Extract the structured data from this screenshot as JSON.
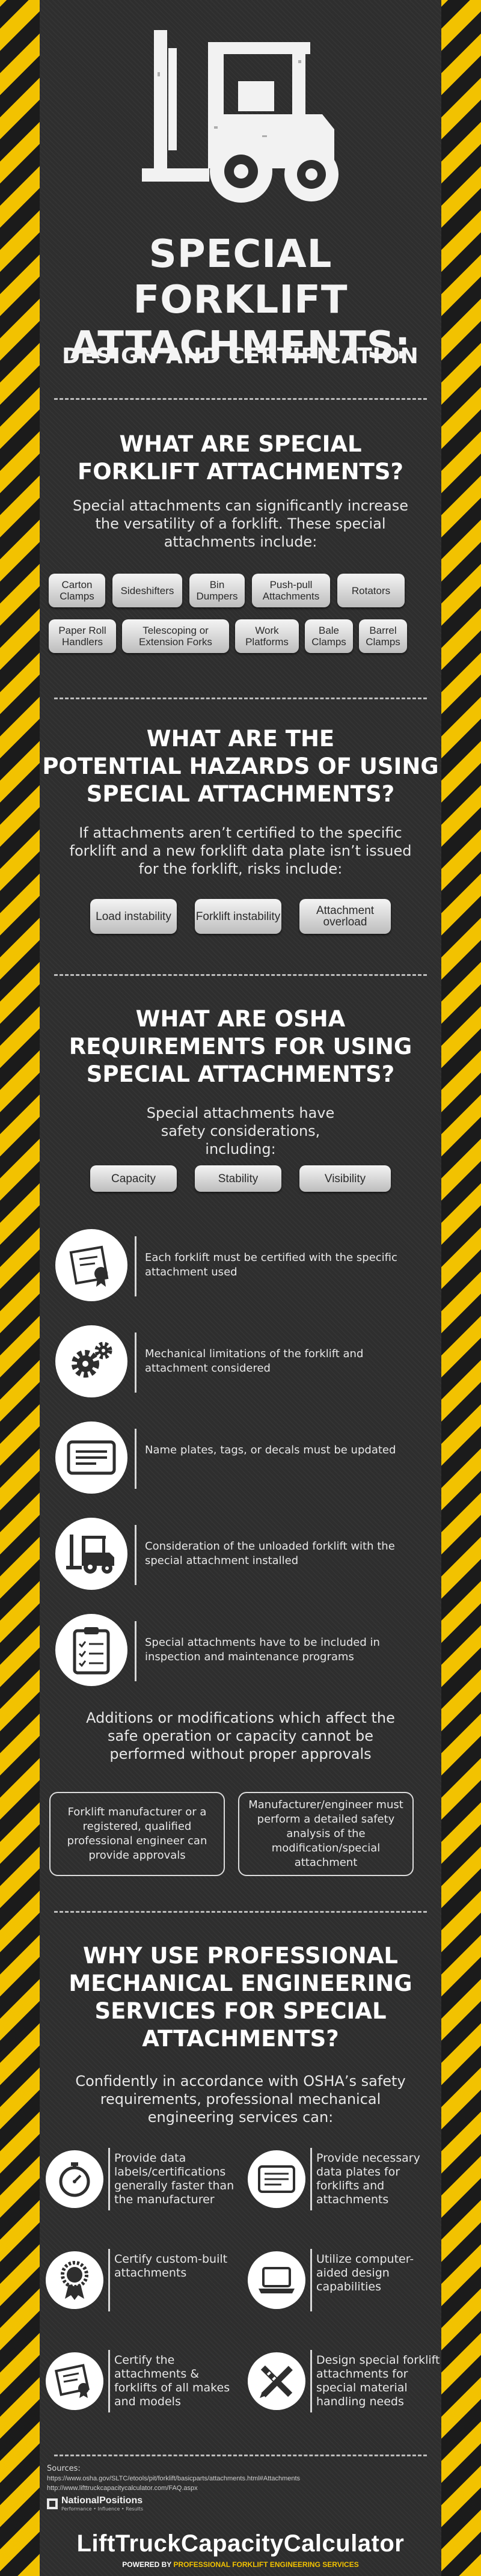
{
  "hero": {
    "title_line1": "SPECIAL FORKLIFT",
    "title_line2": "ATTACHMENTS:",
    "subtitle": "DESIGN AND CERTIFICATION",
    "icon": "forklift-icon"
  },
  "section1": {
    "heading_line1": "WHAT ARE SPECIAL",
    "heading_line2": "FORKLIFT ATTACHMENTS?",
    "lead": "Special attachments can significantly increase the versatility of a forklift. These special attachments include:",
    "attachments_row1": [
      "Carton Clamps",
      "Sideshifters",
      "Bin Dumpers",
      "Push-pull Attachments",
      "Rotators"
    ],
    "attachments_row2": [
      "Paper Roll Handlers",
      "Telescoping or Extension Forks",
      "Work Platforms",
      "Bale Clamps",
      "Barrel Clamps"
    ]
  },
  "section2": {
    "heading_line1": "WHAT ARE THE",
    "heading_line2": "POTENTIAL HAZARDS OF USING",
    "heading_line3": "SPECIAL ATTACHMENTS?",
    "lead": "If attachments aren’t certified to the specific forklift and a new forklift data plate isn’t issued for the forklift, risks include:",
    "risks": [
      "Load instability",
      "Forklift instability",
      "Attachment overload"
    ]
  },
  "section3": {
    "heading_line1": "WHAT ARE OSHA",
    "heading_line2": "REQUIREMENTS FOR USING",
    "heading_line3": "SPECIAL ATTACHMENTS?",
    "lead": "Special attachments have safety considerations, including:",
    "considerations": [
      "Capacity",
      "Stability",
      "Visibility"
    ],
    "requirements": [
      {
        "icon": "certificate-icon",
        "text": "Each forklift must be certified with the specific attachment used"
      },
      {
        "icon": "gears-icon",
        "text": "Mechanical limitations of the forklift and attachment considered"
      },
      {
        "icon": "name-plate-icon",
        "text": "Name plates, tags, or decals must be updated"
      },
      {
        "icon": "forklift-small-icon",
        "text": "Consideration of the unloaded forklift with the special attachment installed"
      },
      {
        "icon": "clipboard-icon",
        "text": "Special attachments have to be included in inspection and maintenance programs"
      }
    ],
    "note": "Additions or modifications which affect the safe operation or capacity cannot be performed without proper approvals",
    "approval_boxes": [
      "Forklift manufacturer or a registered, qualified professional engineer can provide approvals",
      "Manufacturer/engineer must perform a detailed safety analysis of the modification/special attachment"
    ]
  },
  "section4": {
    "heading_line1": "WHY USE PROFESSIONAL",
    "heading_line2": "MECHANICAL ENGINEERING",
    "heading_line3": "SERVICES FOR SPECIAL",
    "heading_line4": "ATTACHMENTS?",
    "lead": "Confidently in accordance with OSHA’s safety requirements, professional mechanical engineering services can:",
    "services": [
      {
        "icon": "stopwatch-icon",
        "text": "Provide data labels/certifications generally faster than the manufacturer"
      },
      {
        "icon": "data-plate-icon",
        "text": "Provide necessary data plates for forklifts and attachments"
      },
      {
        "icon": "award-badge-icon",
        "text": "Certify custom-built attachments"
      },
      {
        "icon": "laptop-icon",
        "text": "Utilize computer-aided design capabilities"
      },
      {
        "icon": "diploma-icon",
        "text": "Certify the attachments & forklifts of all makes and models"
      },
      {
        "icon": "pencil-ruler-icon",
        "text": "Design special forklift attachments for special material handling needs"
      }
    ]
  },
  "footer": {
    "sources_label": "Sources:",
    "source1": "https://www.osha.gov/SLTC/etools/pit/forklift/basicparts/attachments.html#Attachments",
    "source2": "http://www.lifttruckcapacitycalculator.com/FAQ.aspx",
    "company": "NationalPositions",
    "company_tag": "Performance • Influence • Results",
    "brand": "LiftTruckCapacityCalculator",
    "tag_prefix": "POWERED BY",
    "tag_accent": "PROFESSIONAL FORKLIFT ENGINEERING SERVICES"
  },
  "colors": {
    "stripe_yellow": "#f2c200",
    "stripe_black": "#1b1b1b",
    "background": "#2e2e2e",
    "pill": "#e0e0e0"
  }
}
